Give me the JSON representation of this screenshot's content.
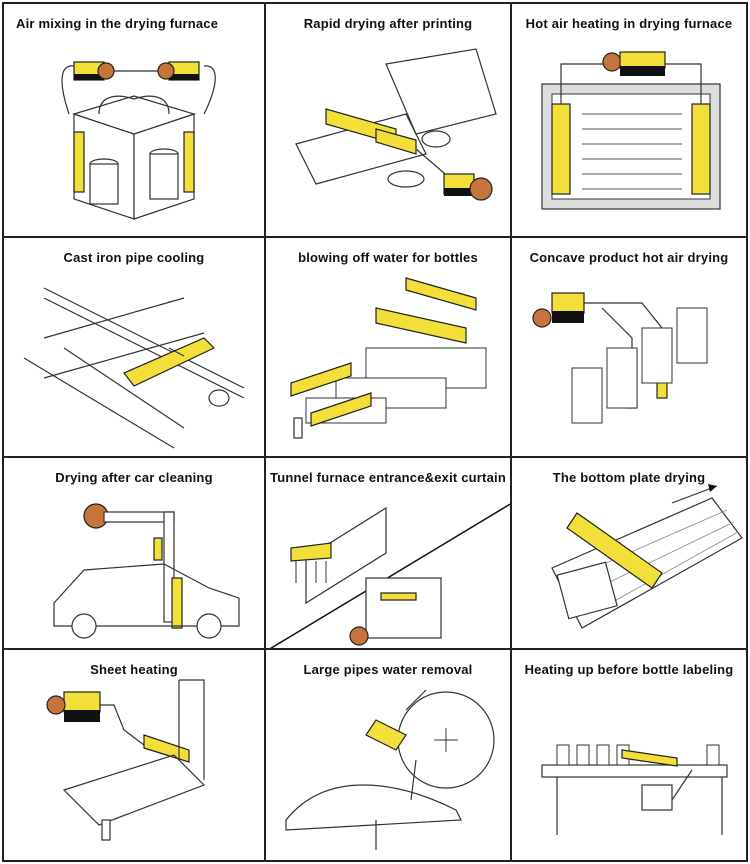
{
  "colors": {
    "yellow": "#f3df3a",
    "black": "#111111",
    "orange": "#c7743c",
    "line": "#333333"
  },
  "cells": [
    {
      "caption": "Air mixing in the drying furnace"
    },
    {
      "caption": "Rapid drying after printing"
    },
    {
      "caption": "Hot air heating in drying furnace"
    },
    {
      "caption": "Cast iron pipe cooling"
    },
    {
      "caption": "blowing off water for bottles"
    },
    {
      "caption": "Concave product hot air drying"
    },
    {
      "caption": "Drying after car cleaning"
    },
    {
      "caption": "Tunnel furnace entrance&exit curtain"
    },
    {
      "caption": "The bottom plate drying"
    },
    {
      "caption": "Sheet heating"
    },
    {
      "caption": "Large pipes water removal"
    },
    {
      "caption": "Heating up before bottle labeling"
    }
  ]
}
